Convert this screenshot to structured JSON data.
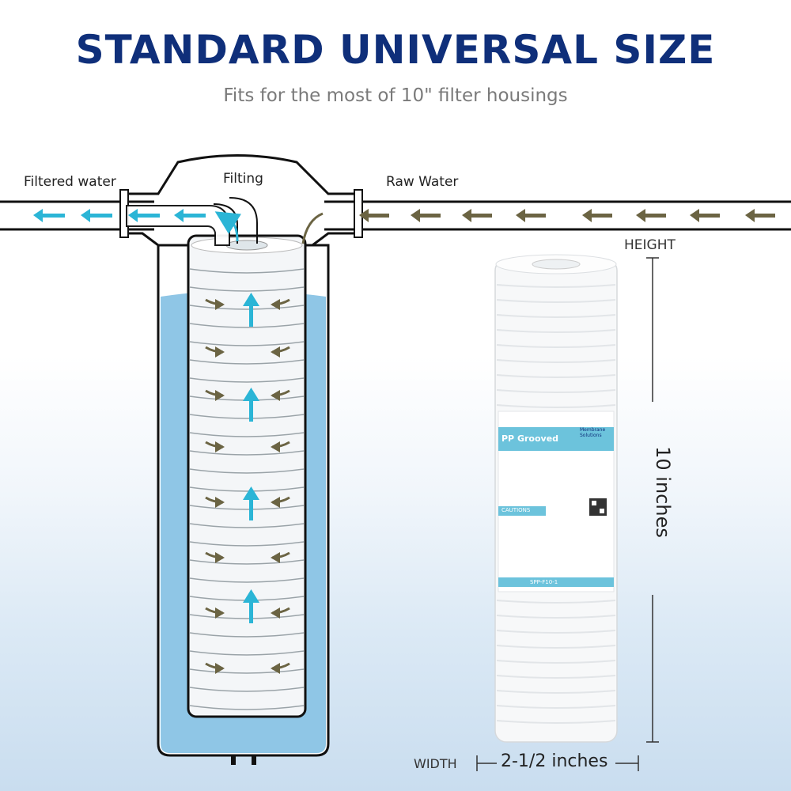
{
  "heading": {
    "title": "STANDARD UNIVERSAL SIZE",
    "subtitle": "Fits for the most of 10\" filter housings"
  },
  "diagram": {
    "filtered_label": "Filtered water",
    "filting_label": "Filting",
    "raw_label": "Raw Water",
    "water_color": "#8fc6e6",
    "raw_arrow_color": "#6b6443",
    "clean_arrow_color": "#2bb5d6"
  },
  "product": {
    "label_title": "PP Grooved",
    "brand": "Membrane Solutions",
    "section": "CAUTIONS",
    "model": "SPP-F10-1"
  },
  "dimensions": {
    "height_label": "HEIGHT",
    "height_value": "10 inches",
    "width_label": "WIDTH",
    "width_value": "2-1/2 inches"
  }
}
